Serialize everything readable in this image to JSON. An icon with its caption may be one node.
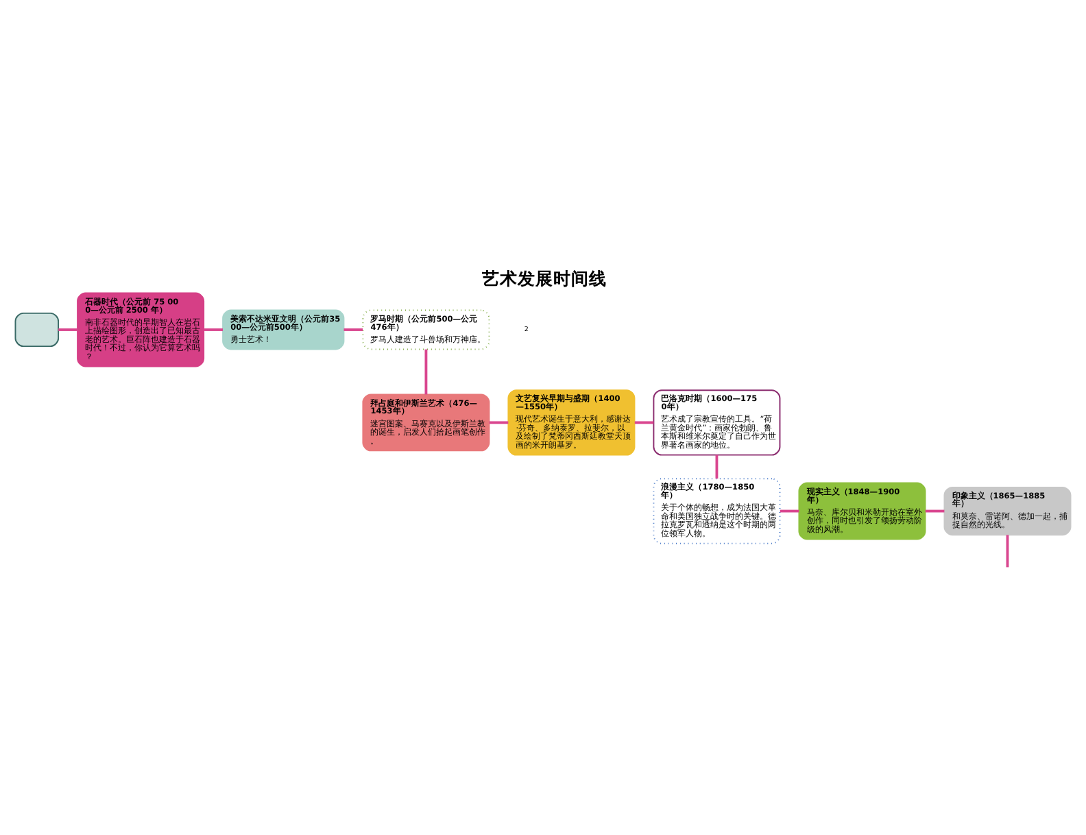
{
  "diagram": {
    "title": "艺术发展时间线",
    "nodes": [
      {
        "text": [],
        "shape": "picture"
      },
      {
        "text": [
          "石器时代（公元前 75 000—公元前 2500 年）",
          "南非石器时代的早期智人在岩石上描绘图形，创造出了已知最古老的艺术。巨石阵也建造于石器时代！不过，你认为它算艺术吗？"
        ]
      },
      {
        "text": [
          "美索不达米亚文明（公元前3500—公元前500年）",
          "勇士艺术！"
        ]
      },
      {
        "text": [
          "罗马时期（公元前500—公元476年）",
          "罗马人建造了斗兽场和万神庙。"
        ]
      },
      {
        "text": [
          "拜占庭和伊斯兰艺术（476—1453年）",
          "迷宫图案、马赛克以及伊斯兰教的诞生，启发人们拾起画笔创作。"
        ]
      },
      {
        "text": [
          "文艺复兴早期与盛期（1400—1550年）",
          "现代艺术诞生于意大利，感谢达·芬奇、多纳泰罗、拉斐尔，以及绘制了梵蒂冈西斯廷教堂天顶画的米开朗基罗。"
        ]
      },
      {
        "text": [
          "巴洛克时期（1600—1750年）",
          "艺术成了宗教宣传的工具。“荷兰黄金时代”：画家伦勃朗、鲁本斯和维米尔奠定了自己作为世界著名画家的地位。"
        ]
      },
      {
        "text": [
          "浪漫主义（1780—1850年）",
          "关于个体的畅想，成为法国大革命和美国独立战争时的关键。德拉克罗瓦和透纳是这个时期的两位领军人物。"
        ]
      },
      {
        "text": [
          "现实主义（1848—1900年）",
          "马奈、库尔贝和米勒开始在室外创作，同时也引发了颂扬劳动阶级的风潮。"
        ]
      },
      {
        "text": [
          "印象主义（1865—1885年）",
          "和莫奈、雷诺阿、德加一起，捕捉自然的光线。"
        ]
      }
    ],
    "edges": [
      {
        "from": 0,
        "to": 1,
        "arrow": "none"
      },
      {
        "from": 1,
        "to": 2,
        "arrow": "none"
      },
      {
        "from": 2,
        "to": 3,
        "arrow": "none"
      },
      {
        "from": 3,
        "to": 4,
        "arrow": "none"
      },
      {
        "from": 4,
        "to": 5,
        "arrow": "none"
      },
      {
        "from": 5,
        "to": 6,
        "arrow": "none"
      },
      {
        "from": 6,
        "to": 7,
        "arrow": "none"
      },
      {
        "from": 7,
        "to": 8,
        "arrow": "none"
      },
      {
        "from": 8,
        "to": 9,
        "arrow": "none"
      },
      {
        "from": 9,
        "to": null,
        "arrow": "none"
      }
    ],
    "labels": [
      "2"
    ]
  }
}
